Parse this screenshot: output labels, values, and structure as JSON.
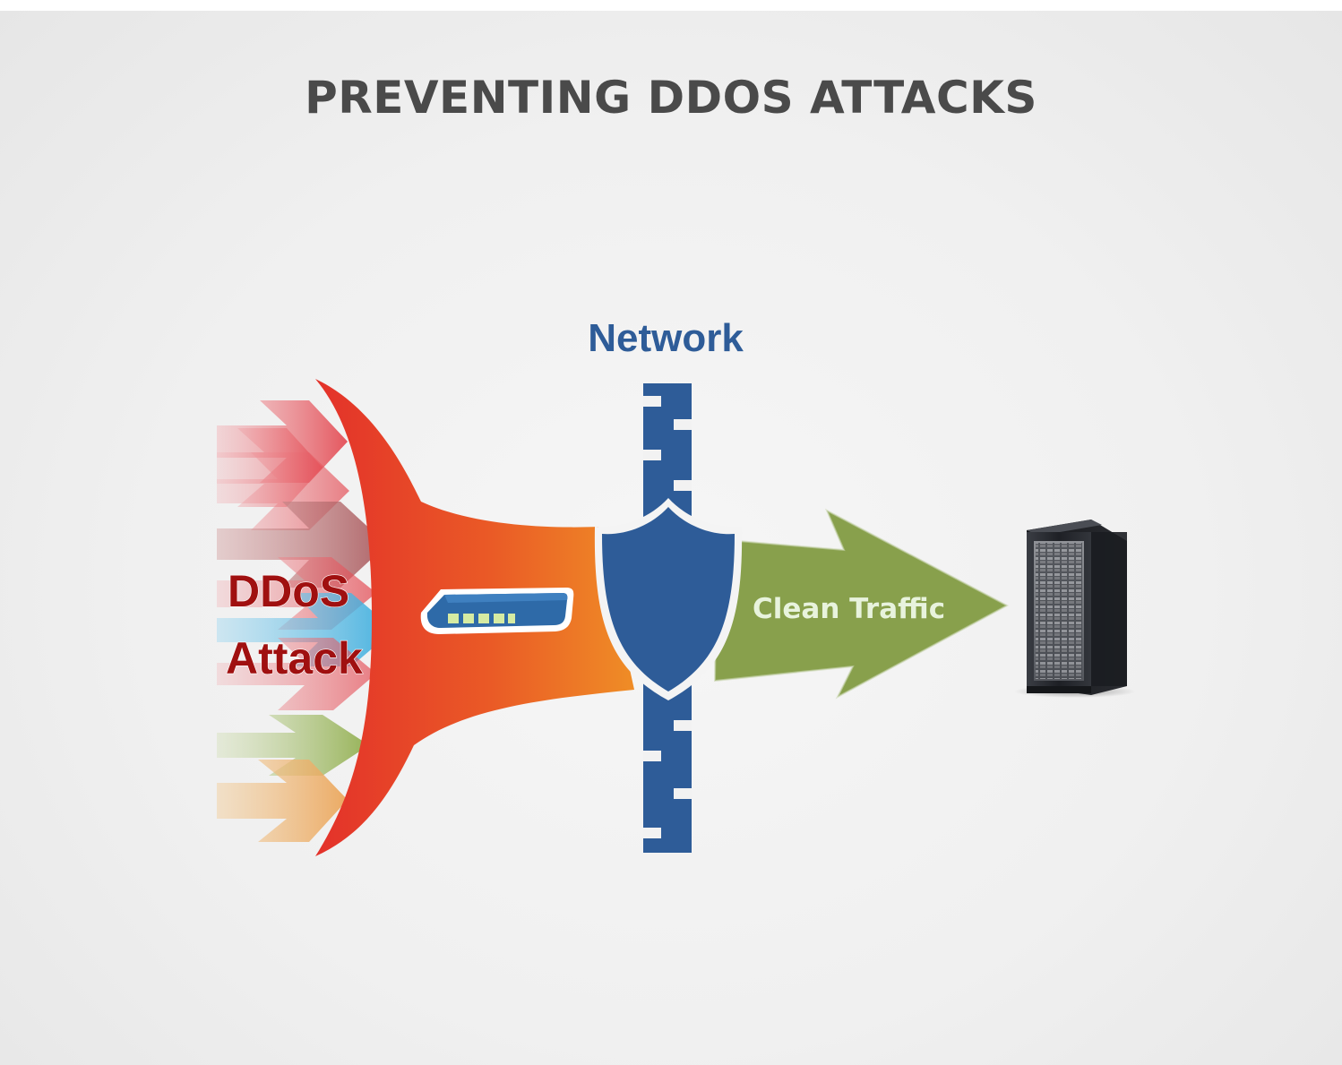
{
  "title": "PREVENTING DDOS ATTACKS",
  "labels": {
    "network": "Network",
    "attack_line1": "DDoS",
    "attack_line2": "Attack",
    "clean_traffic": "Clean Traffic"
  },
  "colors": {
    "title": "#4a4a4a",
    "network_blue": "#2e5c98",
    "attack_red": "#e3312a",
    "funnel_orange": "#ee8a25",
    "attack_text": "#a01010",
    "clean_green": "#88a04c",
    "clean_text": "#e8f3dd",
    "server_dark": "#2a2d33"
  },
  "icons": {
    "incoming": "incoming-traffic-arrows",
    "funnel": "traffic-funnel",
    "router": "router-icon",
    "firewall": "firewall-wall",
    "shield": "shield-icon",
    "server": "server-rack-icon"
  }
}
